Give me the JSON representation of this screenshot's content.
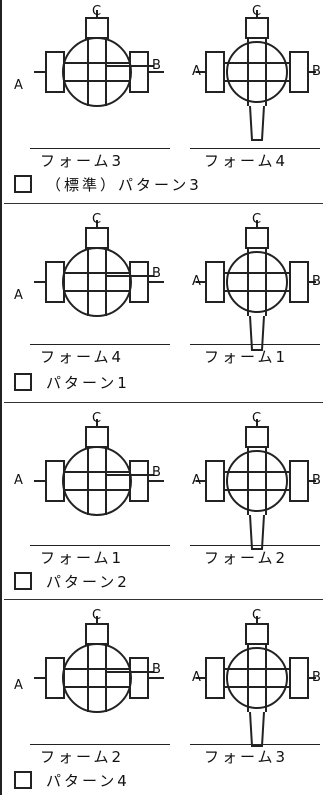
{
  "port_labels": {
    "a": "A",
    "b": "B",
    "c": "C"
  },
  "patterns": [
    {
      "left_form": "フォーム3",
      "right_form": "フォーム4",
      "option_label": "（標準）パターン3"
    },
    {
      "left_form": "フォーム4",
      "right_form": "フォーム1",
      "option_label": "パターン1"
    },
    {
      "left_form": "フォーム1",
      "right_form": "フォーム2",
      "option_label": "パターン2"
    },
    {
      "left_form": "フォーム2",
      "right_form": "フォーム3",
      "option_label": "パターン4"
    }
  ]
}
